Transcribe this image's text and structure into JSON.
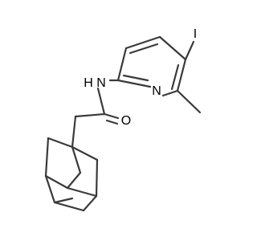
{
  "molecule": {
    "atoms": {
      "iodine": "I",
      "nitrogen_amide": "N",
      "hydrogen_amide": "H",
      "nitrogen_pyridine": "N",
      "oxygen": "O"
    }
  },
  "colors": {
    "bond": "#3a3a3a",
    "label": "#000000",
    "background": "#ffffff"
  }
}
